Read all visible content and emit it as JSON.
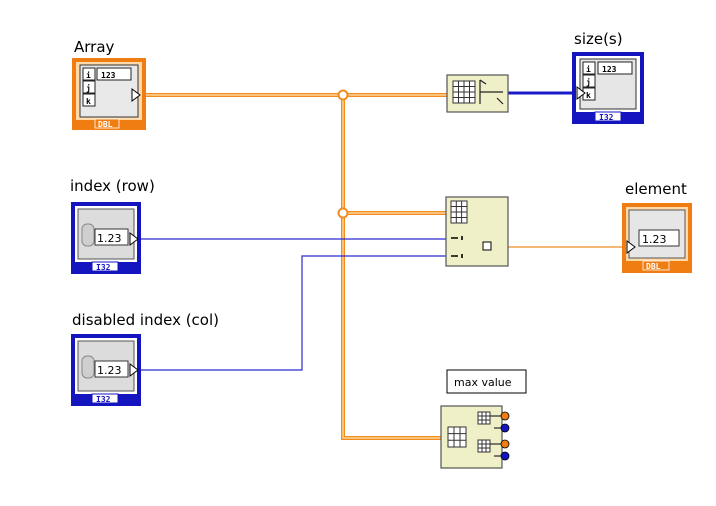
{
  "controls": {
    "array": {
      "label": "Array",
      "glyph": "123",
      "dims": [
        "i",
        "j",
        "k"
      ],
      "type": "DBL"
    },
    "index_row": {
      "label": "index (row)",
      "value": "1.23",
      "type": "I32"
    },
    "index_col": {
      "label": "disabled index (col)",
      "value": "1.23",
      "type": "I32"
    }
  },
  "indicators": {
    "sizes": {
      "label": "size(s)",
      "glyph": "123",
      "dims": [
        "i",
        "j",
        "k"
      ],
      "type": "I32"
    },
    "element": {
      "label": "element",
      "value": "1.23",
      "type": "DBL"
    }
  },
  "free_labels": {
    "max_value": "max value"
  },
  "functions": [
    "array-size-function",
    "index-array-function",
    "array-max-min-function"
  ],
  "colors": {
    "dbl_wire": "#f08c20",
    "i32_wire": "#1a1ac8",
    "dbl_terminal": "#f07d12",
    "i32_terminal": "#1515c0",
    "function_fill": "#efefc8"
  }
}
